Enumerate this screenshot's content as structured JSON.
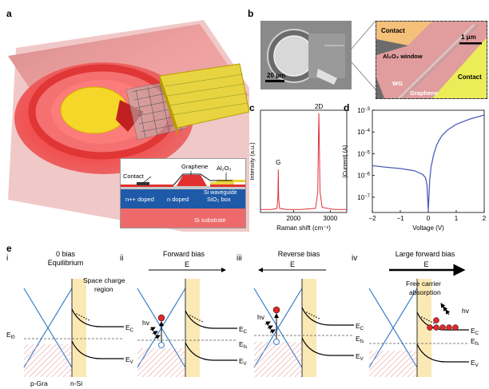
{
  "panels": {
    "a": {
      "label": "a",
      "inset": {
        "graphene": "Graphene",
        "al2o3": "Al₂O₃",
        "contact": "Contact",
        "si_waveguide": "Si waveguide",
        "npp": "n++ doped",
        "n": "n doped",
        "sio2": "SiO₂ box",
        "si_substrate": "Si substrate"
      }
    },
    "b": {
      "label": "b",
      "scalebar_left": "20 μm",
      "scalebar_right": "1 μm",
      "contact_top": "Contact",
      "al2o3_window": "Al₂O₃ window",
      "wg": "WG",
      "graphene": "Graphene",
      "contact_bottom": "Contact"
    },
    "c": {
      "label": "c"
    },
    "d": {
      "label": "d"
    },
    "e": {
      "label": "e",
      "sub": [
        {
          "num": "i",
          "title_l1": "0 bias",
          "title_l2": "Equilibrium"
        },
        {
          "num": "ii",
          "title": "Forward bias"
        },
        {
          "num": "iii",
          "title": "Reverse bias"
        },
        {
          "num": "iv",
          "title": "Large forward bias"
        }
      ],
      "space_charge_l1": "Space charge",
      "space_charge_l2": "region",
      "e_field": "E",
      "ef0": "E",
      "ef0_sub": "f0",
      "ec": "E",
      "ec_sub": "C",
      "ev": "E",
      "ev_sub": "V",
      "efs": "E",
      "efs_sub": "fs",
      "hv": "hv",
      "p_gra": "p-Gra",
      "n_si": "n-Si",
      "free_carrier_l1": "Free carrier",
      "free_carrier_l2": "absorption"
    }
  },
  "chart_data": [
    {
      "type": "line",
      "panel": "c",
      "title": "",
      "xlabel": "Raman shift (cm⁻¹)",
      "ylabel": "Intensity (a.u.)",
      "xlim": [
        1100,
        3450
      ],
      "xticks": [
        2000,
        3000
      ],
      "peaks": [
        {
          "name": "G",
          "x": 1585,
          "height": 0.42
        },
        {
          "name": "2D",
          "x": 2690,
          "height": 0.97
        }
      ],
      "series": [
        {
          "color": "#e0303a",
          "x": [
            1100,
            1400,
            1550,
            1575,
            1585,
            1595,
            1620,
            1800,
            2200,
            2600,
            2660,
            2680,
            2690,
            2700,
            2720,
            2780,
            3100,
            3450
          ],
          "y": [
            0.03,
            0.03,
            0.04,
            0.15,
            0.42,
            0.15,
            0.04,
            0.03,
            0.03,
            0.04,
            0.2,
            0.75,
            0.97,
            0.75,
            0.2,
            0.05,
            0.03,
            0.03
          ]
        }
      ]
    },
    {
      "type": "line",
      "panel": "d",
      "title": "",
      "xlabel": "Voltage (V)",
      "ylabel": "|Current| (A)",
      "xlim": [
        -2,
        2
      ],
      "ylim_log10": [
        -7.7,
        -3
      ],
      "xticks": [
        -2,
        -1,
        0,
        1,
        2
      ],
      "yticks_exp": [
        -7,
        -6,
        -5,
        -4,
        -3
      ],
      "log_y": true,
      "series": [
        {
          "color": "#4a5fb5",
          "x": [
            -2,
            -1.5,
            -1,
            -0.5,
            -0.2,
            -0.1,
            -0.05,
            0,
            0.05,
            0.1,
            0.2,
            0.3,
            0.4,
            0.5,
            0.7,
            1.0,
            1.5,
            2.0
          ],
          "y_log10": [
            -5.55,
            -5.62,
            -5.68,
            -5.78,
            -5.95,
            -6.1,
            -6.4,
            -7.6,
            -6.2,
            -5.6,
            -5.0,
            -4.6,
            -4.35,
            -4.15,
            -3.9,
            -3.65,
            -3.4,
            -3.22
          ]
        }
      ]
    }
  ],
  "colors": {
    "red_field": "#f04848",
    "yellow_contact": "#f2dc3a",
    "sc_region": "#fbe9b5",
    "hatch": "#e8a0a0",
    "graphene_blue": "#3a7ec8",
    "electron_red": "#e02828"
  }
}
